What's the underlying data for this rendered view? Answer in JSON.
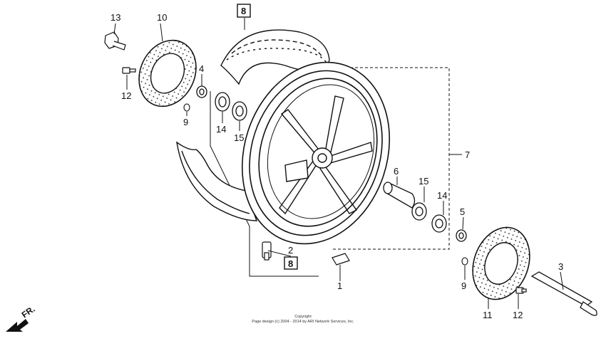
{
  "diagram": {
    "callouts": {
      "c1": "1",
      "c2": "2",
      "c3": "3",
      "c4": "4",
      "c5": "5",
      "c6": "6",
      "c7": "7",
      "c8a": "8",
      "c8b": "8",
      "c9a": "9",
      "c9b": "9",
      "c10": "10",
      "c11": "11",
      "c12a": "12",
      "c12b": "12",
      "c13": "13",
      "c14a": "14",
      "c14b": "14",
      "c15a": "15",
      "c15b": "15"
    },
    "direction_label": "FR.",
    "copyright_line1": "Copyright",
    "copyright_line2": "Page design (c) 2004 - 2014 by ARI Network Services, Inc."
  }
}
